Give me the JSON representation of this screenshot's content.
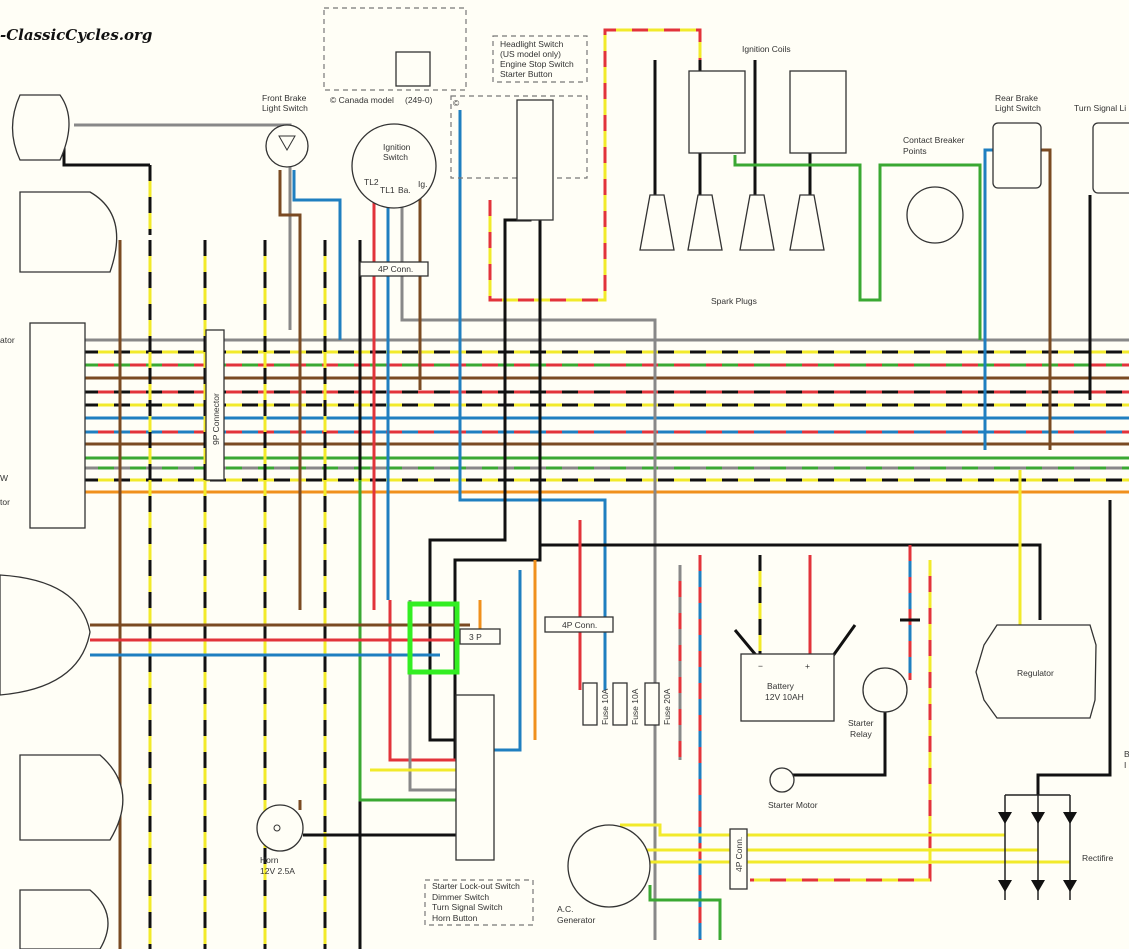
{
  "logo": "-ClassicCycles.org",
  "colors": {
    "black": "#111111",
    "yellow": "#f2ea2a",
    "red": "#e2333a",
    "blue": "#1f7fc0",
    "green": "#3aa832",
    "brown": "#7a4a22",
    "orange": "#f0901c",
    "gray": "#888888",
    "highlight": "#33ee22"
  },
  "labels": {
    "canada_model": "© Canada model",
    "canada_code": "(249-0)",
    "headlight_switch_box": [
      "Headlight Switch",
      "(US model only)",
      "Engine Stop Switch",
      "Starter Button"
    ],
    "copyright_mark": "©",
    "front_brake": [
      "Front Brake",
      "Light Switch"
    ],
    "ignition_switch": [
      "Ignition",
      "Switch"
    ],
    "ignition_terminals": [
      "TL2",
      "TL1",
      "Ba.",
      "Ig."
    ],
    "ignition_coils": "Ignition Coils",
    "contact_breaker": [
      "Contact Breaker",
      "Points"
    ],
    "rear_brake": [
      "Rear Brake",
      "Light Switch"
    ],
    "turn_signal_light": "Turn Signal Li",
    "conn_4p_top": "4P Conn.",
    "conn_9p": "9P Connector",
    "spark_plugs": "Spark Plugs",
    "conn_3p": "3 P",
    "conn_4p_mid": "4P Conn.",
    "fuses": [
      "Fuse 10A",
      "Fuse 10A",
      "Fuse 20A"
    ],
    "battery": [
      "Battery",
      "12V 10AH"
    ],
    "battery_minus": "−",
    "battery_plus": "+",
    "starter_relay": [
      "Starter",
      "Relay"
    ],
    "regulator": "Regulator",
    "starter_motor": "Starter Motor",
    "rectifier": "Rectifire",
    "horn": [
      "Horn",
      "12V 2.5A"
    ],
    "handlebar_switch_box": [
      "Starter Lock-out Switch",
      "Dimmer Switch",
      "Turn Signal Switch",
      "Horn Button"
    ],
    "ac_generator": [
      "A.C.",
      "Generator"
    ],
    "conn_4p_gen": "4P Conn.",
    "left_cut_labels": [
      "ator",
      "W",
      "tor"
    ],
    "right_cut_labels": [
      "B",
      "I"
    ]
  }
}
